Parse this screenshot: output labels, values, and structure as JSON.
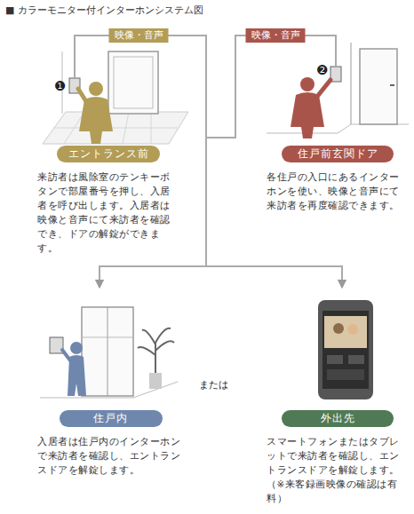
{
  "diagram": {
    "title": "■ カラーモニター付インターホンシステム図",
    "nodes": [
      {
        "text": [
          "エントランス前",
          "来訪者は風除室のテンキーボタンで部屋番号を押し、入居者を呼び出します。入居者は映像と音声にて来訪者を確認でき、ドアの解錠ができます。"
        ]
      },
      {
        "text": [
          "住戸前玄関ドア",
          "各住戸の入口にあるインターホンを使い、映像と音声にて来訪者を再度確認できます。"
        ]
      },
      {
        "text": [
          "住戸内",
          "入居者は住戸内のインターホンで来訪者を確認し、エントランスドアを解錠します。"
        ]
      },
      {
        "text": [
          "外出先",
          "スマートフォンまたはタブレットで来訪者を確認し、エントランスドアを解錠します。（※来客録画映像の確認は有料）"
        ]
      }
    ],
    "edges": [
      {
        "from": 0,
        "to": 2,
        "arrow": "to",
        "label": "映像・音声"
      },
      {
        "from": 0,
        "to": 3,
        "arrow": "to"
      },
      {
        "from": 1,
        "to": 2,
        "arrow": "to"
      },
      {
        "from": 1,
        "to": 3,
        "arrow": "to",
        "label": "映像・音声"
      }
    ],
    "labels": [
      "❶",
      "❷",
      "または"
    ]
  }
}
